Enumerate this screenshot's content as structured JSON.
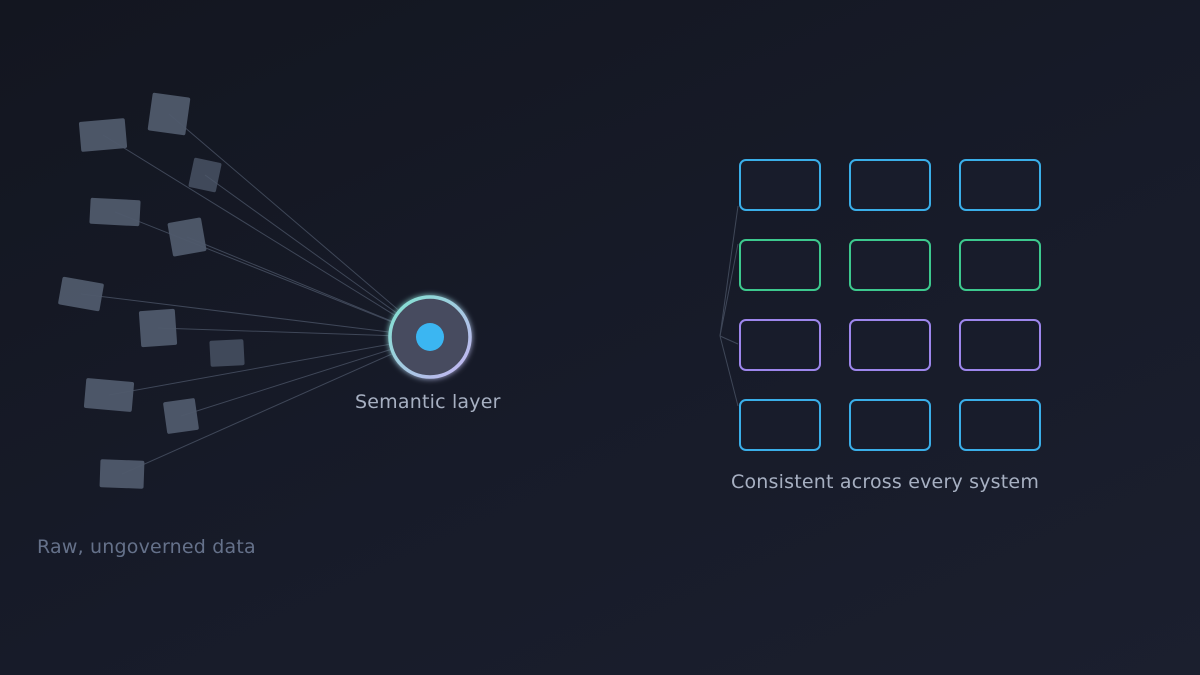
{
  "diagram": {
    "raw_data_label": "Raw, ungoverned data",
    "semantic_layer_label": "Semantic layer",
    "consistent_label": "Consistent across every system",
    "colors": {
      "raw_block": "#4f5a6c",
      "connector": "#3f4758",
      "hub_fill": "#474c5e",
      "hub_ring_start": "#7fe3cf",
      "hub_ring_end": "#c6b3f3",
      "hub_core": "#3bb6f2",
      "row_colors": [
        "#3aaee8",
        "#3dc98e",
        "#9d86ec",
        "#3aaee8"
      ]
    },
    "output_grid": {
      "rows": 4,
      "columns": 3
    }
  }
}
